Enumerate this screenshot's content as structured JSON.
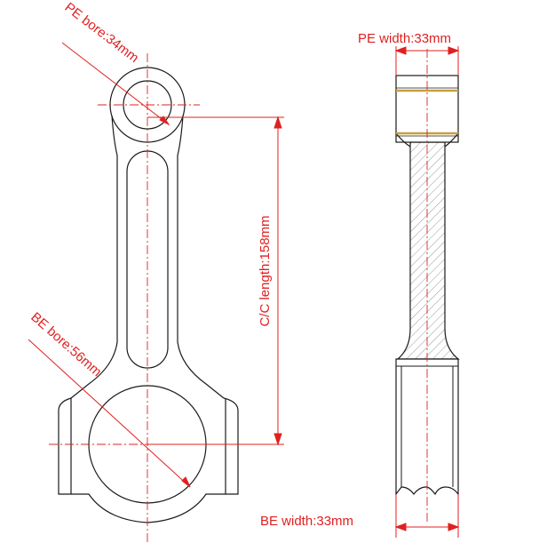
{
  "labels": {
    "pe_bore": "PE bore:34mm",
    "be_bore": "BE bore:56mm",
    "cc_length": "C/C length:158mm",
    "pe_width": "PE width:33mm",
    "be_width": "BE width:33mm"
  },
  "colors": {
    "outline": "#1a1a1a",
    "dimension": "#e02020",
    "centerline": "#e02020",
    "bushing": "#c8a040",
    "hatch": "#9a9a9a"
  }
}
